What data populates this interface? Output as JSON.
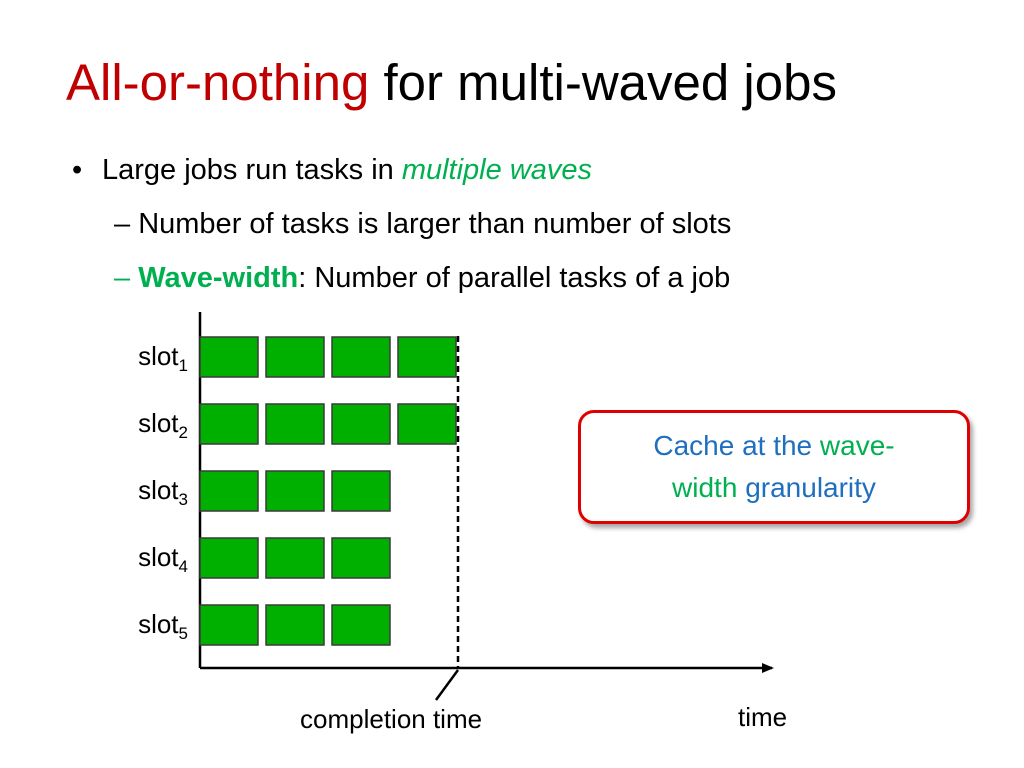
{
  "title": {
    "accent": "All-or-nothing",
    "rest": " for multi-waved jobs"
  },
  "bullets": {
    "main": {
      "marker": "•",
      "text": "Large jobs run tasks in ",
      "highlight": "multiple waves"
    },
    "sub1": {
      "marker": "–",
      "text": "Number of tasks is larger than number of slots"
    },
    "sub2": {
      "marker": "–",
      "highlight": "Wave-width",
      "text": ": Number of parallel tasks of a job"
    }
  },
  "diagram": {
    "slots": [
      {
        "label": "slot",
        "index": "1",
        "tasks": 4
      },
      {
        "label": "slot",
        "index": "2",
        "tasks": 4
      },
      {
        "label": "slot",
        "index": "3",
        "tasks": 3
      },
      {
        "label": "slot",
        "index": "4",
        "tasks": 3
      },
      {
        "label": "slot",
        "index": "5",
        "tasks": 3
      }
    ],
    "completion_label": "completion time",
    "time_label": "time",
    "task_color": "#00b000"
  },
  "callout": {
    "part1": "Cache at the ",
    "part2": "wave-",
    "part3": "width",
    "part4": " granularity"
  },
  "colors": {
    "title_accent": "#c00000",
    "green": "#00b050",
    "blue": "#1f6fbf",
    "callout_border": "#e00000"
  }
}
